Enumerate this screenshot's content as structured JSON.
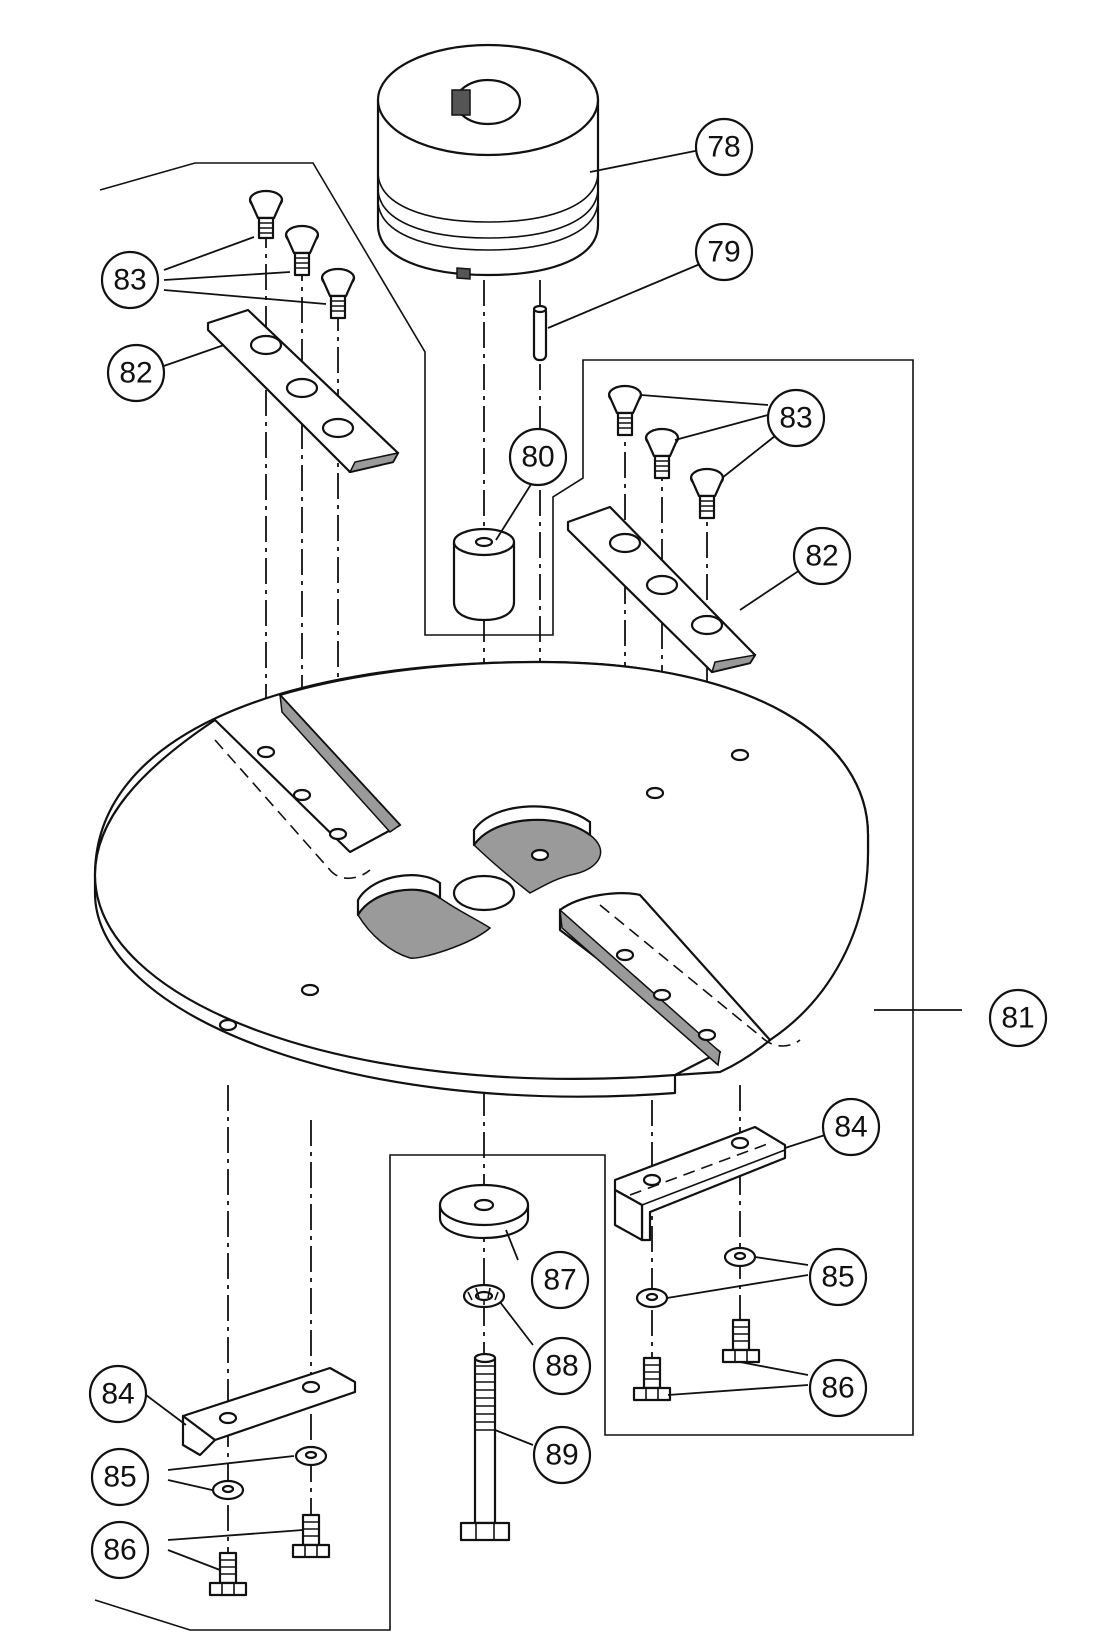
{
  "callouts": {
    "c78": "78",
    "c79": "79",
    "c80": "80",
    "c81": "81",
    "c82a": "82",
    "c82b": "82",
    "c83a": "83",
    "c83b": "83",
    "c84a": "84",
    "c84b": "84",
    "c85a": "85",
    "c85b": "85",
    "c86a": "86",
    "c86b": "86",
    "c87": "87",
    "c88": "88",
    "c89": "89"
  }
}
